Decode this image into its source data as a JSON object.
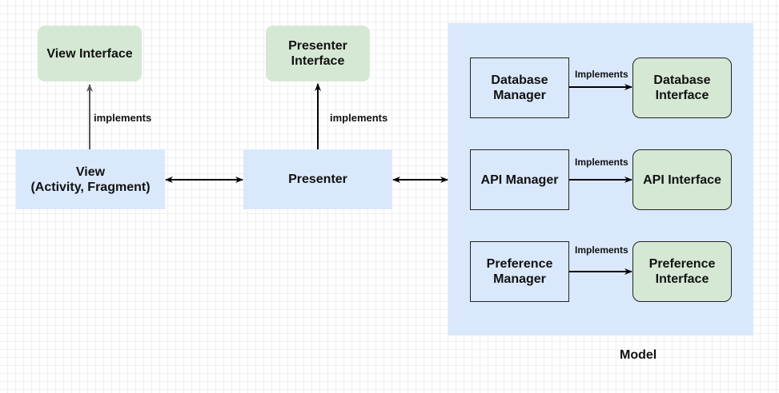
{
  "nodes": {
    "view_interface": "View Interface",
    "presenter_interface": "Presenter\nInterface",
    "view": "View\n(Activity, Fragment)",
    "presenter": "Presenter",
    "database_manager": "Database\nManager",
    "api_manager": "API Manager",
    "preference_manager": "Preference\nManager",
    "database_interface": "Database\nInterface",
    "api_interface": "API Interface",
    "preference_interface": "Preference\nInterface"
  },
  "edge_labels": {
    "view_implements": "implements",
    "presenter_implements": "implements",
    "database_implements": "Implements",
    "api_implements": "Implements",
    "preference_implements": "Implements"
  },
  "model_label": "Model",
  "colors": {
    "interface_fill": "#d5e8d4",
    "component_fill": "#dae8fc",
    "stroke": "#222222"
  }
}
